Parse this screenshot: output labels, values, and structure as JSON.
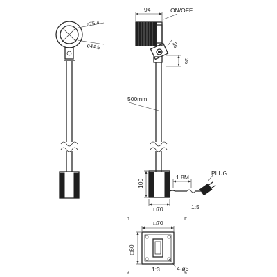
{
  "diagram": {
    "title": "",
    "labels": {
      "dia_outer": "ø75.4",
      "dia_inner": "ø44.5",
      "width_94": "94",
      "on_off": "ON/OFF",
      "dim_36a": "36",
      "dim_36b": "36",
      "length_500": "500mm",
      "height_100": "100",
      "cable_18": "1.8M",
      "plug": "PLUG",
      "scale_15": "1:5",
      "base_70": "□70",
      "plate_70": "□70",
      "plate_60": "□60",
      "scale_13": "1:3",
      "holes": "4-ø5"
    }
  }
}
